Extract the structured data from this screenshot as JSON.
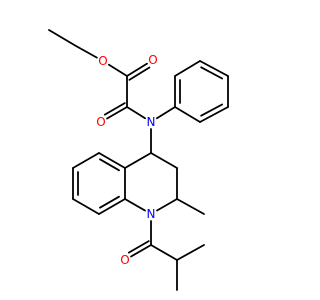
{
  "structure": {
    "background": "#ffffff",
    "bond_color": "#000000",
    "atom_colors": {
      "O": "#ff0000",
      "N": "#0000ff"
    },
    "atoms": [
      {
        "id": "methyl_ethyl",
        "element": "C",
        "label": ""
      },
      {
        "id": "ch2_ethyl",
        "element": "C",
        "label": ""
      },
      {
        "id": "o_ether",
        "element": "O",
        "label": "O"
      },
      {
        "id": "c_ester",
        "element": "C",
        "label": ""
      },
      {
        "id": "o_ester_carbonyl",
        "element": "O",
        "label": "O"
      },
      {
        "id": "c_amide",
        "element": "C",
        "label": ""
      },
      {
        "id": "o_amide_carbonyl",
        "element": "O",
        "label": "O"
      },
      {
        "id": "n_amide",
        "element": "N",
        "label": "N"
      },
      {
        "id": "ph_ipso",
        "element": "C",
        "label": ""
      },
      {
        "id": "ph_ortho_top",
        "element": "C",
        "label": ""
      },
      {
        "id": "ph_meta_top",
        "element": "C",
        "label": ""
      },
      {
        "id": "ph_para",
        "element": "C",
        "label": ""
      },
      {
        "id": "ph_meta_bottom",
        "element": "C",
        "label": ""
      },
      {
        "id": "ph_ortho_bottom",
        "element": "C",
        "label": ""
      },
      {
        "id": "c4",
        "element": "C",
        "label": ""
      },
      {
        "id": "c4a",
        "element": "C",
        "label": ""
      },
      {
        "id": "c5",
        "element": "C",
        "label": ""
      },
      {
        "id": "c6",
        "element": "C",
        "label": ""
      },
      {
        "id": "c7",
        "element": "C",
        "label": ""
      },
      {
        "id": "c8",
        "element": "C",
        "label": ""
      },
      {
        "id": "c8a",
        "element": "C",
        "label": ""
      },
      {
        "id": "n1",
        "element": "N",
        "label": "N"
      },
      {
        "id": "c2",
        "element": "C",
        "label": ""
      },
      {
        "id": "c3",
        "element": "C",
        "label": ""
      },
      {
        "id": "methyl_c2",
        "element": "C",
        "label": ""
      },
      {
        "id": "c_acyl",
        "element": "C",
        "label": ""
      },
      {
        "id": "o_acyl",
        "element": "O",
        "label": "O"
      },
      {
        "id": "ch_isopropyl",
        "element": "C",
        "label": ""
      },
      {
        "id": "methyl_iso_a",
        "element": "C",
        "label": ""
      },
      {
        "id": "methyl_iso_b",
        "element": "C",
        "label": ""
      }
    ],
    "bonds": [
      {
        "from": "methyl_ethyl",
        "to": "ch2_ethyl",
        "order": 1
      },
      {
        "from": "ch2_ethyl",
        "to": "o_ether",
        "order": 1
      },
      {
        "from": "o_ether",
        "to": "c_ester",
        "order": 1
      },
      {
        "from": "c_ester",
        "to": "o_ester_carbonyl",
        "order": 2
      },
      {
        "from": "c_ester",
        "to": "c_amide",
        "order": 1
      },
      {
        "from": "c_amide",
        "to": "o_amide_carbonyl",
        "order": 2
      },
      {
        "from": "c_amide",
        "to": "n_amide",
        "order": 1
      },
      {
        "from": "n_amide",
        "to": "ph_ipso",
        "order": 1
      },
      {
        "from": "ph_ipso",
        "to": "ph_ortho_top",
        "order": 2
      },
      {
        "from": "ph_ortho_top",
        "to": "ph_meta_top",
        "order": 1
      },
      {
        "from": "ph_meta_top",
        "to": "ph_para",
        "order": 2
      },
      {
        "from": "ph_para",
        "to": "ph_meta_bottom",
        "order": 1
      },
      {
        "from": "ph_meta_bottom",
        "to": "ph_ortho_bottom",
        "order": 2
      },
      {
        "from": "ph_ortho_bottom",
        "to": "ph_ipso",
        "order": 1
      },
      {
        "from": "n_amide",
        "to": "c4",
        "order": 1
      },
      {
        "from": "c4",
        "to": "c4a",
        "order": 1
      },
      {
        "from": "c4a",
        "to": "c5",
        "order": 2
      },
      {
        "from": "c5",
        "to": "c6",
        "order": 1
      },
      {
        "from": "c6",
        "to": "c7",
        "order": 2
      },
      {
        "from": "c7",
        "to": "c8",
        "order": 1
      },
      {
        "from": "c8",
        "to": "c8a",
        "order": 2
      },
      {
        "from": "c8a",
        "to": "c4a",
        "order": 1
      },
      {
        "from": "c8a",
        "to": "n1",
        "order": 1
      },
      {
        "from": "n1",
        "to": "c2",
        "order": 1
      },
      {
        "from": "c2",
        "to": "c3",
        "order": 1
      },
      {
        "from": "c3",
        "to": "c4",
        "order": 1
      },
      {
        "from": "c2",
        "to": "methyl_c2",
        "order": 1
      },
      {
        "from": "n1",
        "to": "c_acyl",
        "order": 1
      },
      {
        "from": "c_acyl",
        "to": "o_acyl",
        "order": 2
      },
      {
        "from": "c_acyl",
        "to": "ch_isopropyl",
        "order": 1
      },
      {
        "from": "ch_isopropyl",
        "to": "methyl_iso_a",
        "order": 1
      },
      {
        "from": "ch_isopropyl",
        "to": "methyl_iso_b",
        "order": 1
      }
    ]
  }
}
